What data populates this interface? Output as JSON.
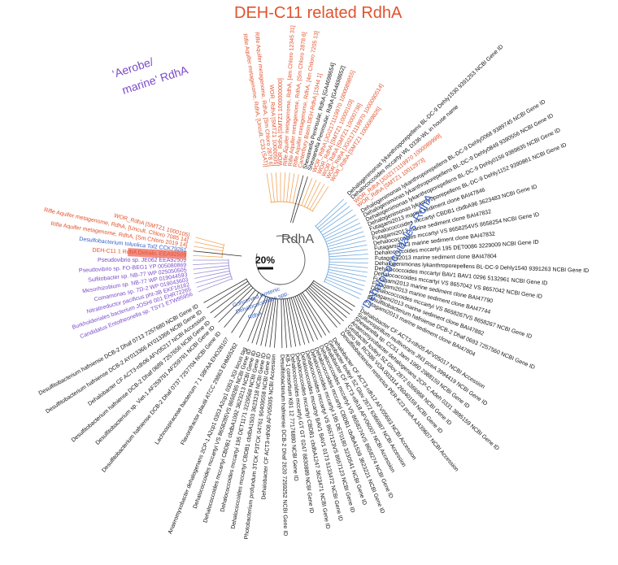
{
  "titles": {
    "deh": "DEH-C11 related RdhA",
    "aerobe_line1": "‘Aerobe/",
    "aerobe_line2": "marine’ RdhA",
    "dehalo": "‘Dehalococcoidales’ RdhA",
    "syntenic_line1": "Conserved syntenic",
    "syntenic_line2": "Dehalococcoides spp.",
    "syntenic_line3": "RdhA",
    "center": "RdhA",
    "scale": "20%"
  },
  "colors": {
    "deh": "#e2522b",
    "aerobe": "#7b4bc9",
    "blue": "#3561c8",
    "dehalo_branch": "#6fa8dc",
    "orange_branch": "#f0a55a",
    "aerobe_branch": "#9b8fd8",
    "black": "#111111",
    "highlight": "#f28b82"
  },
  "leaves": [
    {
      "text": "Rifle Aquifer metagenome, RdhA, [Uncult. C33 (SAT)]",
      "angle": -99,
      "color": "deh"
    },
    {
      "text": "Rifle Aquifer metagenome, RdhA, [Sm Chloro 2878 6]",
      "angle": -96,
      "color": "deh"
    },
    {
      "text": "WOR_RdhA [SMTZ1 10000505]",
      "angle": -93,
      "color": "deh"
    },
    {
      "text": "WOR_RdhA [SMTZ1 1000000000]",
      "angle": -90,
      "color": "deh"
    },
    {
      "text": "Rifle Aquifer metagenome, RdhA, [4m Chloro 12345 31]",
      "angle": -87,
      "color": "deh"
    },
    {
      "text": "Rifle Aquifer metagenome, RdhA, [Sm Chloro 2878 6]",
      "angle": -84,
      "color": "deh"
    },
    {
      "text": "Rifle Aquifer metagenome, RdhA, [4m Chloro 7205 13]",
      "angle": -81,
      "color": "deh"
    },
    {
      "text": "Canterbury Basin DEH-RdhA [15H4 1]",
      "angle": -78,
      "color": "deh"
    },
    {
      "text": "Shewanella Peninsular, RdhA [GA4698654]",
      "angle": -75,
      "color": "black"
    },
    {
      "text": "Shewanella Peninsular, RdhA [GA4698652]",
      "angle": -72,
      "color": "black"
    },
    {
      "text": "WOR_RdhA [JGI2171119970 1000089855]",
      "angle": -69,
      "color": "deh"
    },
    {
      "text": "WOR_RdhA [SMTZ1 10000103]",
      "angle": -66,
      "color": "deh"
    },
    {
      "text": "WOR_RdhA [SMTZ1 10000736]",
      "angle": -63,
      "color": "deh"
    },
    {
      "text": "WOR_RdhA [JGI2171119970 1000090514]",
      "angle": -60,
      "color": "deh"
    },
    {
      "text": "WOR_RdhA [SMTZ1 1000069826]",
      "angle": -57,
      "color": "deh"
    },
    {
      "text": "Dehalogenimonas lykanthroporepellens BL-DC-9 Dehly1530 9391253 NCBI Gene ID",
      "angle": -44,
      "color": "black"
    },
    {
      "text": "Dehalococcoides mccartyi WL D336-WL in house name",
      "angle": -41,
      "color": "black"
    },
    {
      "text": "WOR_RdhA [JGI2171119970 1000089999]",
      "angle": -38,
      "color": "deh"
    },
    {
      "text": "WOR_RdhA [SMTZ1 10012973]",
      "angle": -35,
      "color": "deh"
    },
    {
      "text": "Dehalogenimonas lykanthroporepellens BL-DC-9 Dehly0068 9389745 NCBI Gene ID",
      "angle": -31,
      "color": "black"
    },
    {
      "text": "Dehalogenimonas lykanthroporepellens BL-DC-9 Dehly0849 9390556 NCBI Gene ID",
      "angle": -28,
      "color": "black"
    },
    {
      "text": "Dehalogenimonas lykanthroporepellens BL-DC-9 Dehly0156 9389835 NCBI Gene ID",
      "angle": -25,
      "color": "black"
    },
    {
      "text": "Dehalogenimonas lykanthroporepellens BL-DC-9 Dehly1152 9390861 NCBI Gene ID",
      "angle": -22,
      "color": "black"
    },
    {
      "text": "Futagami2013 marine sediment clone BAI47846",
      "angle": -19,
      "color": "black"
    },
    {
      "text": "Dehalococcoides mccartyi CBDB1 cbdbA96 3623483 NCBI Gene ID",
      "angle": -16,
      "color": "black"
    },
    {
      "text": "Futagami2013 marine sediment clone BAI47832",
      "angle": -13,
      "color": "black"
    },
    {
      "text": "Dehalococcoides mccartyi VS 8658254VS 8658254 NCBI Gene ID",
      "angle": -10,
      "color": "black"
    },
    {
      "text": "Futagami2013 marine sediment clone BAI47832",
      "angle": -7,
      "color": "black"
    },
    {
      "text": "Dehalococcoides mccartyi 195 DET0086 3229009 NCBI Gene ID",
      "angle": -4,
      "color": "black"
    },
    {
      "text": "Futagami2013 marine sediment clone BAI47804",
      "angle": -1,
      "color": "black"
    },
    {
      "text": "Dehalogenimonas lykanthroporepellens BL-DC-9 Dehly1540 9391263 NCBI Gene ID",
      "angle": 2,
      "color": "black"
    },
    {
      "text": "Dehalococcoides mccartyi BAV1 BAV1 0296 5132961 NCBI Gene ID",
      "angle": 5,
      "color": "black"
    },
    {
      "text": "Dehalococcoides mccartyi VS 8657042 VS 8657042 NCBI Gene ID",
      "angle": 8,
      "color": "black"
    },
    {
      "text": "Futagami2013 marine sediment clone BAI47790",
      "angle": 11,
      "color": "black"
    },
    {
      "text": "Futagami2013 marine sediment clone BAI47744",
      "angle": 14,
      "color": "black"
    },
    {
      "text": "Dehalococcoides mccartyi VS 8658267VS 8658267 NCBI Gene ID",
      "angle": 17,
      "color": "black"
    },
    {
      "text": "Futagami2013 marine sediment clone BAI47882",
      "angle": 20,
      "color": "black"
    },
    {
      "text": "Desulfitobacterium hafniense DCB-2 Dhaf 0693 7257560 NCBI Gene ID",
      "angle": 23,
      "color": "black"
    },
    {
      "text": "Futagami2013 marine sediment clone BAI47804",
      "angle": 26,
      "color": "black"
    },
    {
      "text": "Dehalobacter CF ACT3-rdh05 AFV05017 NCBI Accession",
      "angle": 32,
      "color": "black"
    },
    {
      "text": "Sulfurospirillum multivorans JN3 pceA 3994419 NCBI Gene ID",
      "angle": 35,
      "color": "black"
    },
    {
      "text": "Shewanella sp. CC51 Jann 1960 2988159 NCBI Gene ID",
      "angle": 38,
      "color": "black"
    },
    {
      "text": "Anaeromyxobacter dehalogenans 2CP-C Adeh 0331 3895159 NCBI Gene ID",
      "angle": 41,
      "color": "black"
    },
    {
      "text": "Geobacter lovleyi SZ Glov 2872 6366968 NCBI Gene ID",
      "angle": 44,
      "color": "black"
    },
    {
      "text": "Vibrio sp. RC586 VOA 003314 26040159 NCBI Gene ID",
      "angle": 47,
      "color": "black"
    },
    {
      "text": "Desulfitobacterium restrictus PER-K23 pceA AJ439607 NCBI Accession",
      "angle": 50,
      "color": "black"
    },
    {
      "text": "Dehalobacter CF ACT3-rdh12 AFV05693 NCBI Accession",
      "angle": 56,
      "color": "black"
    },
    {
      "text": "Geobacter lovleyi SZ Glov 2872 6366987 NCBI Accession",
      "angle": 59,
      "color": "black"
    },
    {
      "text": "Dehalobacter CF ACT3-rdh18 AFV06007 NCBI Accession",
      "angle": 62,
      "color": "black"
    },
    {
      "text": "Dehalococcoides mccartyi VS 8658274VS 8658274 NCBI Gene ID",
      "angle": 65,
      "color": "black"
    },
    {
      "text": "Dehalococcoides mccartyi CBDB1 cbdbA1539 3623221 NCBI Gene ID",
      "angle": 68,
      "color": "black"
    },
    {
      "text": "Dehalococcoides mccartyi 195 DET0180 3230541 NCBI Gene ID",
      "angle": 71,
      "color": "black"
    },
    {
      "text": "Dehalococcoides mccartyi VS 8657123VS 8657123 NCBI Gene ID",
      "angle": 74,
      "color": "black"
    },
    {
      "text": "Dehalococcoides mccartyi BAV1 BAV1 0173 5133472 NCBI Gene ID",
      "angle": 77,
      "color": "black"
    },
    {
      "text": "Dehalococcoides mccartyi CBDB1 cbdbA1247 3623471 NCBI Gene ID",
      "angle": 80,
      "color": "black"
    },
    {
      "text": "Dehalococcoides mccartyi GT GT 0247 8830889 NCBI Gene ID",
      "angle": 83,
      "color": "black"
    },
    {
      "text": "KB-1 consortium KB1 12 77176880 NCBI Gene ID",
      "angle": 86,
      "color": "black"
    },
    {
      "text": "Desulfitobacterium hafniense DCB-2 Dhaf 2620 7259252 NCBI Gene ID",
      "angle": 89,
      "color": "black"
    },
    {
      "text": "Dehalobacter CF ACT3-rdh08 AFV05005 NCBI Accession",
      "angle": 94,
      "color": "black"
    },
    {
      "text": "Photobacterium profundum 3TCK P3TCK 04761 90409558 NCBI Gene ID",
      "angle": 97,
      "color": "black"
    },
    {
      "text": "Dehalococcoides mccartyi CBDB1 cbdbA1503 3623218 NCBI Gene ID",
      "angle": 100,
      "color": "black"
    },
    {
      "text": "Dehalococcoides mccartyi 195 DET1171 3229568 NCBI Gene ID",
      "angle": 103,
      "color": "black"
    },
    {
      "text": "Dehalococcoides mccartyi CBDB1 cbdbA1092 3623213 NCBI Gene ID",
      "angle": 106,
      "color": "black"
    },
    {
      "text": "Dehalococcoides mccartyi VS 8658285VS 8658285 NCBI Gene ID",
      "angle": 109,
      "color": "black"
    },
    {
      "text": "Anaeromyxobacter dehalogenans 2CP-1 A2cp1 0353 A2cp1 0353 JGI locus tag",
      "angle": 112,
      "color": "black"
    },
    {
      "text": "Flavonifractor plautii ATCC 29863 EHM55262",
      "angle": 118,
      "color": "black"
    },
    {
      "text": "Lachnospiraceae bacterium 7 1 58FAA EHO28107",
      "angle": 124,
      "color": "black"
    },
    {
      "text": "Desulfitobacterium hafniense DCB-2 Dhaf 0737 7257704 NCBI Gene ID",
      "angle": 130,
      "color": "black"
    },
    {
      "text": "Desulfitobacterium sp. Viet-1 AF259791 AF259791 NCBI Gene ID",
      "angle": 135,
      "color": "black"
    },
    {
      "text": "Desulfitobacterium hafniense DCB-2 Dhaf 0689 7257656 NCBI Gene ID",
      "angle": 139,
      "color": "black"
    },
    {
      "text": "Dehalobacter CF ACT3-rdh06 AFV05217 NCBI Accession",
      "angle": 143,
      "color": "black"
    },
    {
      "text": "Desulfitobacterium hafniense DCB-2 AY013366 AY013366 NCBI Gene ID",
      "angle": 147,
      "color": "black"
    },
    {
      "text": "Desulfitobacterium hafniense DCB-2 Dhaf 0713 7257680 NCBI Gene ID",
      "angle": 151,
      "color": "black"
    },
    {
      "text": "Candidatus Entotheonella sp. TSY1 ETW95956",
      "angle": 159,
      "color": "aerobe"
    },
    {
      "text": "Burkholderiales bacterium JOSHI 001 EHR72265",
      "angle": 162,
      "color": "aerobe"
    },
    {
      "text": "Nitratireductor pacificus pht-3B EKF18162",
      "angle": 165,
      "color": "aerobe"
    },
    {
      "text": "Comamonas sp. 7D-2 WP 019043603",
      "angle": 168,
      "color": "aerobe"
    },
    {
      "text": "Mesorhizobium sp. NB-77 WP 019044593",
      "angle": 171,
      "color": "aerobe"
    },
    {
      "text": "Sulfitobacter sp. NB-77 WP 025050505",
      "angle": 174,
      "color": "aerobe"
    },
    {
      "text": "Pseudovibrio sp. FO-BEG1 YP 005080869",
      "angle": 177,
      "color": "aerobe"
    },
    {
      "text": "Pseudovibrio sp. JE062 EEA92509",
      "angle": 180,
      "color": "aerobe"
    },
    {
      "text": "DEH-C11 1 RdhA Dehalo. EEA92509",
      "angle": 183,
      "color": "deh",
      "highlight": true
    },
    {
      "text": "Desulfobacterium toluolica Tol2 CCK79261",
      "angle": 186,
      "color": "blue"
    },
    {
      "text": "Rifle Aquifer metagenome, RdhA, [Sm Chloro 2019 14]",
      "angle": 189,
      "color": "deh"
    },
    {
      "text": "Rifle Aquifer metagenome, RdhA, [Uncult. Chloro 7085 14]",
      "angle": 192,
      "color": "deh"
    },
    {
      "text": "WOR_RdhA [SMTZ1 1000105]",
      "angle": 195,
      "color": "deh"
    }
  ]
}
